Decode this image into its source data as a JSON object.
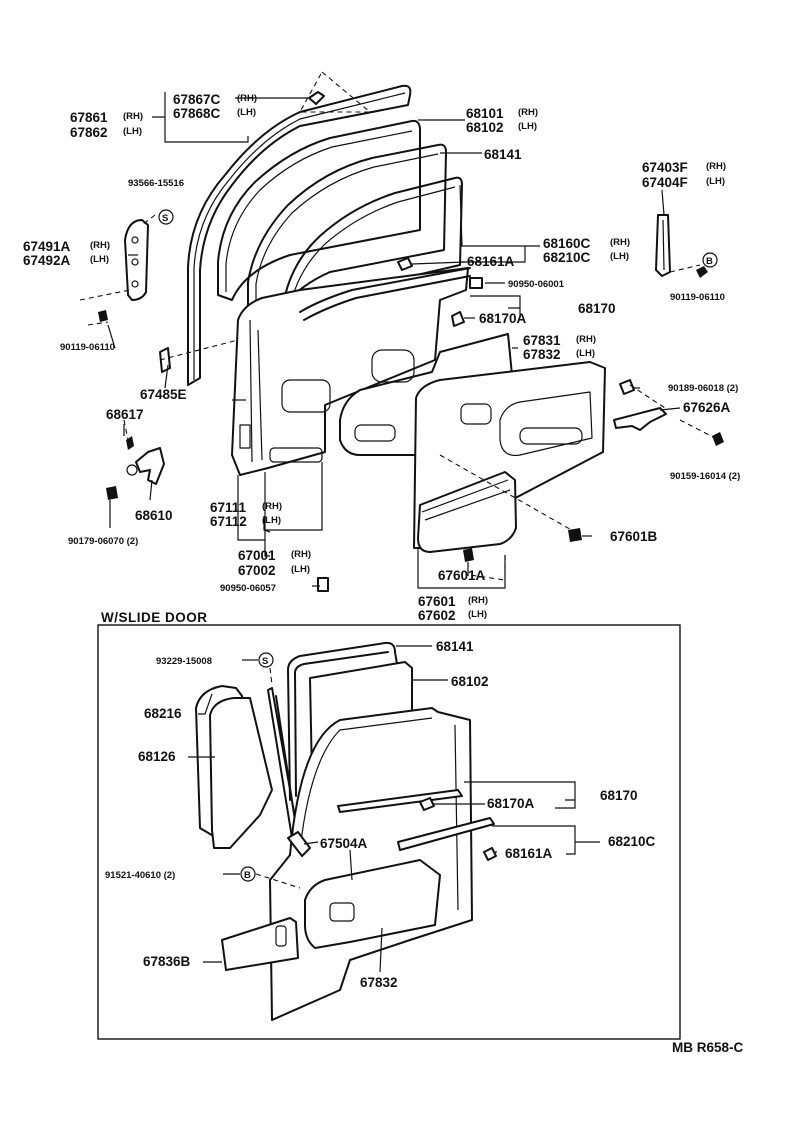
{
  "diagram": {
    "section_label": "W/SLIDE  DOOR",
    "footer_code": "MB  R658-C",
    "callouts": {
      "p67867C": "67867C",
      "p67868C": "67868C",
      "p67861": "67861",
      "p67862": "67862",
      "p68101": "68101",
      "p68102": "68102",
      "p68141": "68141",
      "p93566": "93566-15516",
      "p67403F": "67403F",
      "p67404F": "67404F",
      "p67491A": "67491A",
      "p67492A": "67492A",
      "p68160C": "68160C",
      "p68210C": "68210C",
      "p68161A": "68161A",
      "p90950_06001": "90950-06001",
      "p90119_right": "90119-06110",
      "p68170": "68170",
      "p68170A": "68170A",
      "p90119_left": "90119-06110",
      "p67831": "67831",
      "p67832": "67832",
      "p90189": "90189-06018 (2)",
      "p67485E": "67485E",
      "p67626A": "67626A",
      "p68617": "68617",
      "p90159": "90159-16014 (2)",
      "p68610": "68610",
      "p67111": "67111",
      "p67112": "67112",
      "p90179": "90179-06070 (2)",
      "p67601B": "67601B",
      "p67001": "67001",
      "p67002": "67002",
      "p90950_06057": "90950-06057",
      "p67601A": "67601A",
      "p67601": "67601",
      "p67602": "67602",
      "s68141": "68141",
      "s93229": "93229-15008",
      "s68216": "68216",
      "s68102": "68102",
      "s68126": "68126",
      "s68170A": "68170A",
      "s68170": "68170",
      "s67504A": "67504A",
      "s91521": "91521-40610 (2)",
      "s68161A": "68161A",
      "s68210C": "68210C",
      "s67836B": "67836B",
      "s67832": "67832"
    },
    "side_tags": {
      "rh": "(RH)",
      "lh": "(LH)"
    },
    "markers": {
      "s": "S",
      "b": "B"
    }
  }
}
